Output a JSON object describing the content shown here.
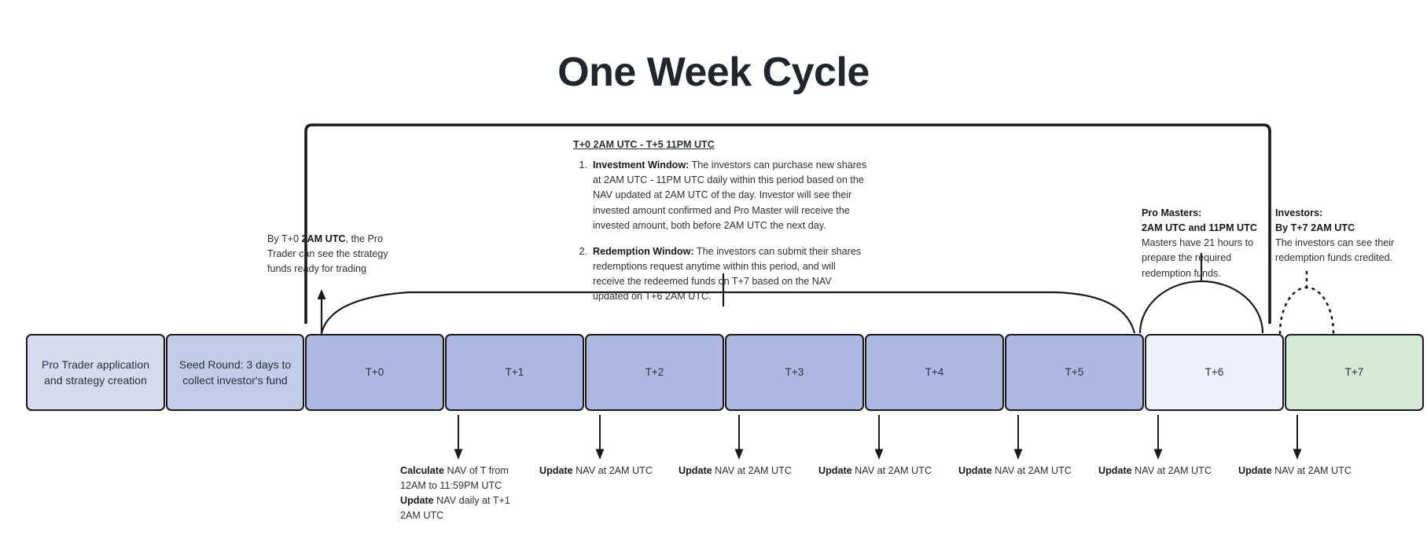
{
  "title": "One Week Cycle",
  "colors": {
    "stroke": "#1a1a1a",
    "phase_light": "#d6dbf0",
    "phase_seed": "#c2cbe8",
    "phase_active": "#aeb9e3",
    "phase_t6": "#eef1fb",
    "phase_t7": "#d3ebd6",
    "text": "#2b2f36"
  },
  "timeline": {
    "boxes": [
      {
        "id": "pro-trader-application",
        "label": "Pro Trader application and strategy creation",
        "fill": "#d6dbf0"
      },
      {
        "id": "seed-round",
        "label": "Seed Round: 3 days  to collect investor's fund",
        "fill": "#c2cbe8"
      },
      {
        "id": "t0",
        "label": "T+0",
        "fill": "#aeb9e3"
      },
      {
        "id": "t1",
        "label": "T+1",
        "fill": "#aeb9e3"
      },
      {
        "id": "t2",
        "label": "T+2",
        "fill": "#aeb9e3"
      },
      {
        "id": "t3",
        "label": "T+3",
        "fill": "#aeb9e3"
      },
      {
        "id": "t4",
        "label": "T+4",
        "fill": "#aeb9e3"
      },
      {
        "id": "t5",
        "label": "T+5",
        "fill": "#aeb9e3"
      },
      {
        "id": "t6",
        "label": "T+6",
        "fill": "#eef1fb"
      },
      {
        "id": "t7",
        "label": "T+7",
        "fill": "#d3ebd6"
      }
    ]
  },
  "window_panel": {
    "heading": "T+0 2AM UTC - T+5 11PM UTC",
    "items": [
      {
        "number": "1.",
        "lead": "Investment Window:",
        "body": " The investors can purchase new shares at 2AM UTC - 11PM UTC daily within this period based on the NAV updated at 2AM UTC of the day. Investor will see their invested amount confirmed and Pro Master will receive the invested amount, both before 2AM UTC the next day."
      },
      {
        "number": "2.",
        "lead": "Redemption Window:",
        "body": " The investors can submit their shares redemptions request anytime within this period, and will receive the redeemed funds on T+7 based on the NAV updated on T+6 2AM UTC."
      }
    ]
  },
  "left_note": {
    "pre": "By T+0 ",
    "bold": "2AM UTC",
    "post": ", the Pro Trader can see the strategy funds ready for trading"
  },
  "pro_masters_note": {
    "line1": "Pro Masters:",
    "line2": "2AM UTC and 11PM UTC",
    "body": "Masters have 21 hours to prepare the required redemption funds."
  },
  "investors_note": {
    "line1": "Investors:",
    "line2": "By T+7 2AM UTC",
    "body": "The investors can see their redemption funds credited."
  },
  "bottom_notes": [
    {
      "id": "nav-calc-t0",
      "lines": [
        {
          "bold": "Calculate",
          "rest": " NAV of T from"
        },
        {
          "bold": "",
          "rest": "12AM to 11:59PM UTC"
        },
        {
          "bold": "Update",
          "rest": " NAV daily at T+1"
        },
        {
          "bold": "",
          "rest": "2AM UTC"
        }
      ]
    },
    {
      "id": "nav-update-t1",
      "bold": "Update",
      "rest": " NAV at 2AM UTC"
    },
    {
      "id": "nav-update-t2",
      "bold": "Update",
      "rest": " NAV at 2AM UTC"
    },
    {
      "id": "nav-update-t3",
      "bold": "Update",
      "rest": " NAV at 2AM UTC"
    },
    {
      "id": "nav-update-t4",
      "bold": "Update",
      "rest": " NAV at 2AM UTC"
    },
    {
      "id": "nav-update-t5",
      "bold": "Update",
      "rest": " NAV at 2AM UTC"
    },
    {
      "id": "nav-update-t6",
      "bold": "Update",
      "rest": " NAV at 2AM UTC"
    },
    {
      "id": "nav-update-t7",
      "bold": "Update",
      "rest": " NAV at 2AM UTC"
    }
  ]
}
